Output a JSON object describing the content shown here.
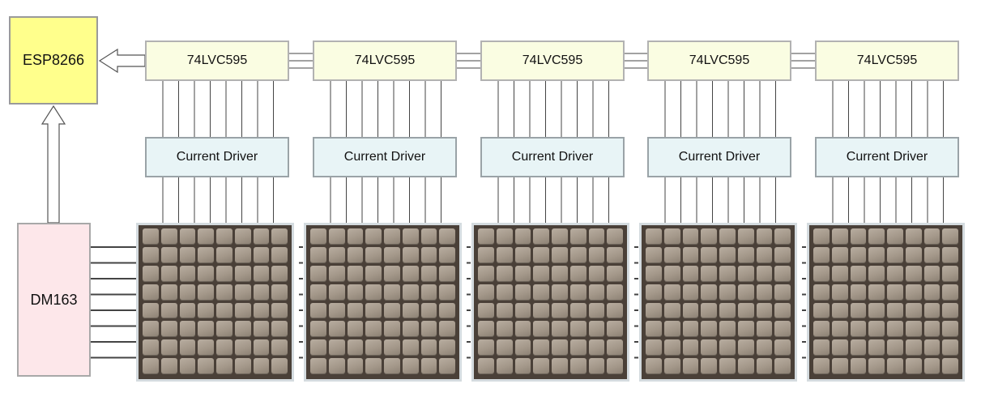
{
  "diagram": {
    "controller": {
      "label": "ESP8266"
    },
    "column_driver": {
      "label": "DM163"
    },
    "shift_registers": [
      {
        "label": "74LVC595"
      },
      {
        "label": "74LVC595"
      },
      {
        "label": "74LVC595"
      },
      {
        "label": "74LVC595"
      },
      {
        "label": "74LVC595"
      }
    ],
    "current_drivers": [
      {
        "label": "Current Driver"
      },
      {
        "label": "Current Driver"
      },
      {
        "label": "Current Driver"
      },
      {
        "label": "Current Driver"
      },
      {
        "label": "Current Driver"
      }
    ],
    "matrix_count": 5,
    "matrix_rows": 8,
    "matrix_cols": 8,
    "colors": {
      "controller_fill": "#ffff8c",
      "column_driver_fill": "#fde7ea",
      "shift_register_fill": "#fafde2",
      "current_driver_fill": "#e8f4f6",
      "matrix_body": "#4a4038",
      "led_off": "#a89c8e"
    }
  }
}
